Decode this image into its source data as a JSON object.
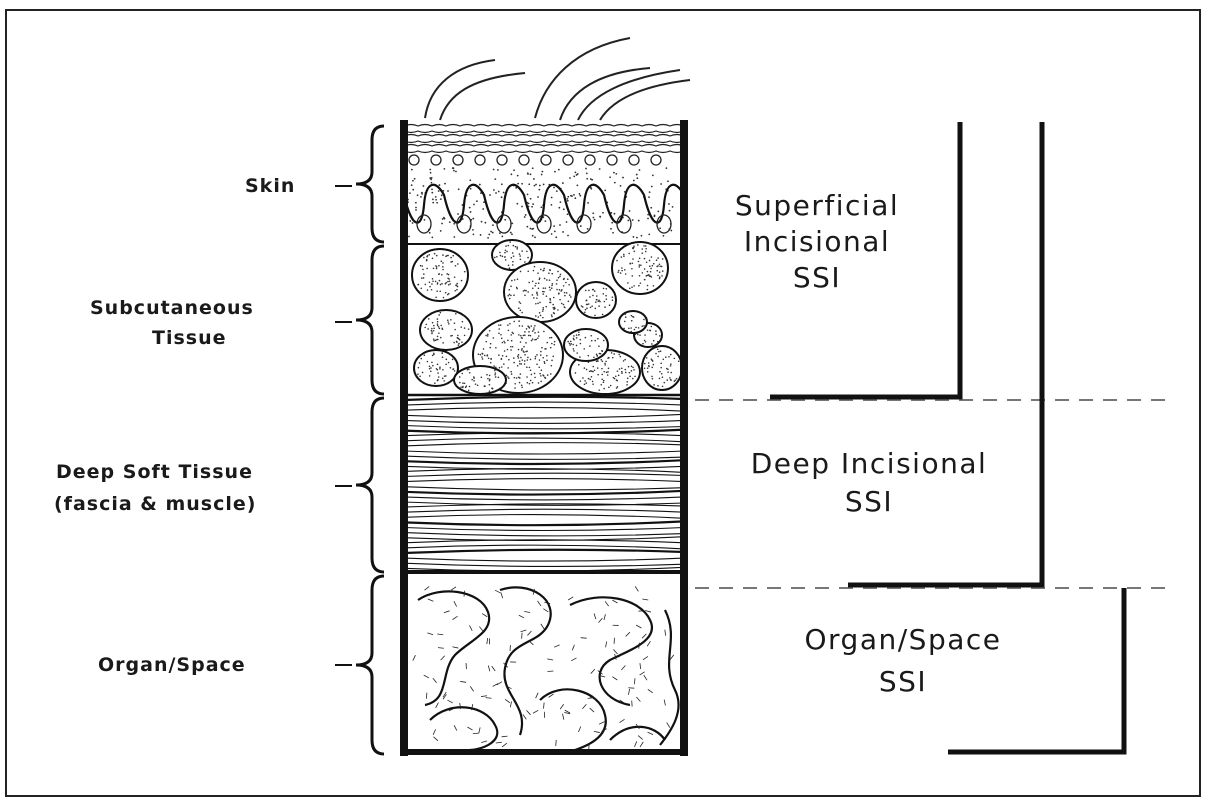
{
  "tissue_layers": [
    {
      "id": "skin",
      "lines": [
        "Skin"
      ]
    },
    {
      "id": "subcutaneous",
      "lines": [
        "Subcutaneous",
        "Tissue"
      ]
    },
    {
      "id": "deep-soft-tissue",
      "lines": [
        "Deep Soft Tissue",
        "(fascia & muscle)"
      ]
    },
    {
      "id": "organ-space",
      "lines": [
        "Organ/Space"
      ]
    }
  ],
  "ssi_categories": [
    {
      "id": "superficial",
      "lines": [
        "Superficial",
        "Incisional",
        "SSI"
      ]
    },
    {
      "id": "deep",
      "lines": [
        "Deep Incisional",
        "SSI"
      ]
    },
    {
      "id": "organ-space",
      "lines": [
        "Organ/Space",
        "SSI"
      ]
    }
  ],
  "colors": {
    "ink": "#111111",
    "background": "#ffffff",
    "dashed": "#777777"
  }
}
